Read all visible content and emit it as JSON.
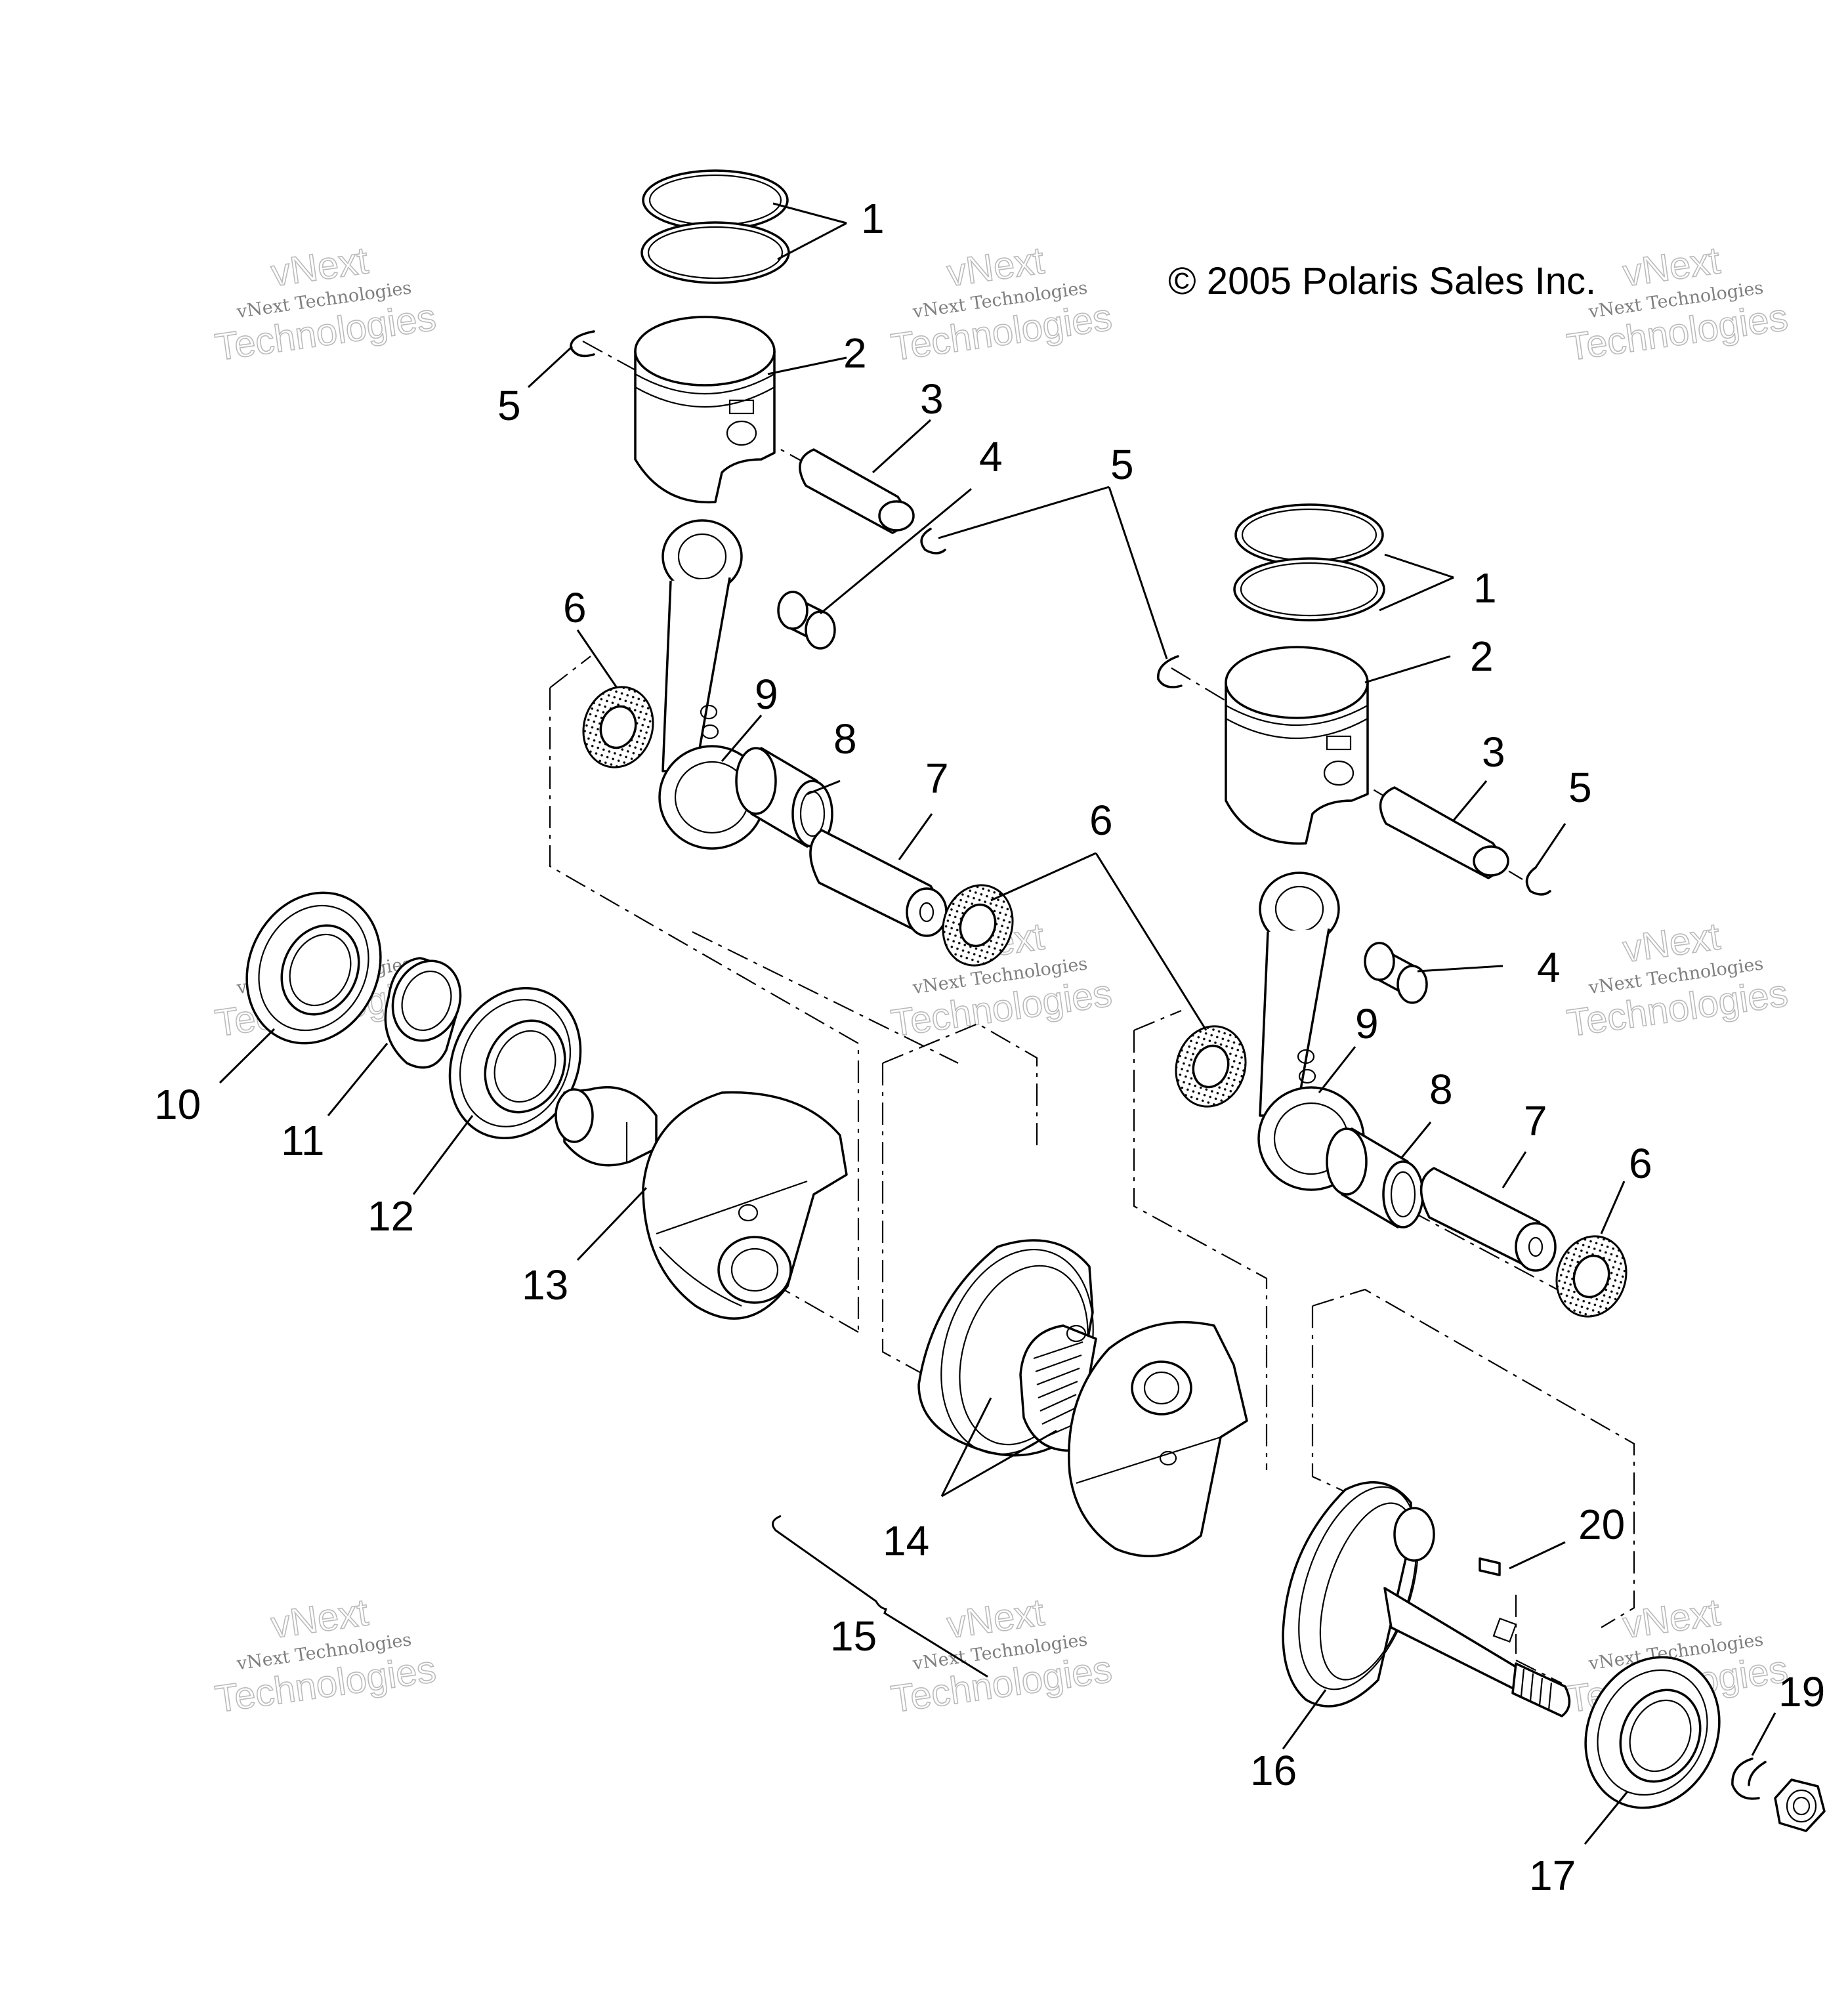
{
  "copyright": "© 2005 Polaris Sales Inc.",
  "watermark": {
    "line1": "vNext",
    "line2": "vNext Technologies",
    "line3": "Technologies"
  },
  "callouts": [
    "1",
    "2",
    "3",
    "4",
    "5",
    "6",
    "7",
    "8",
    "9",
    "10",
    "11",
    "12",
    "13",
    "14",
    "15",
    "16",
    "17",
    "19",
    "20"
  ],
  "colors": {
    "ink": "#000000",
    "paper": "#ffffff",
    "watermark": "#9a9a9a"
  }
}
